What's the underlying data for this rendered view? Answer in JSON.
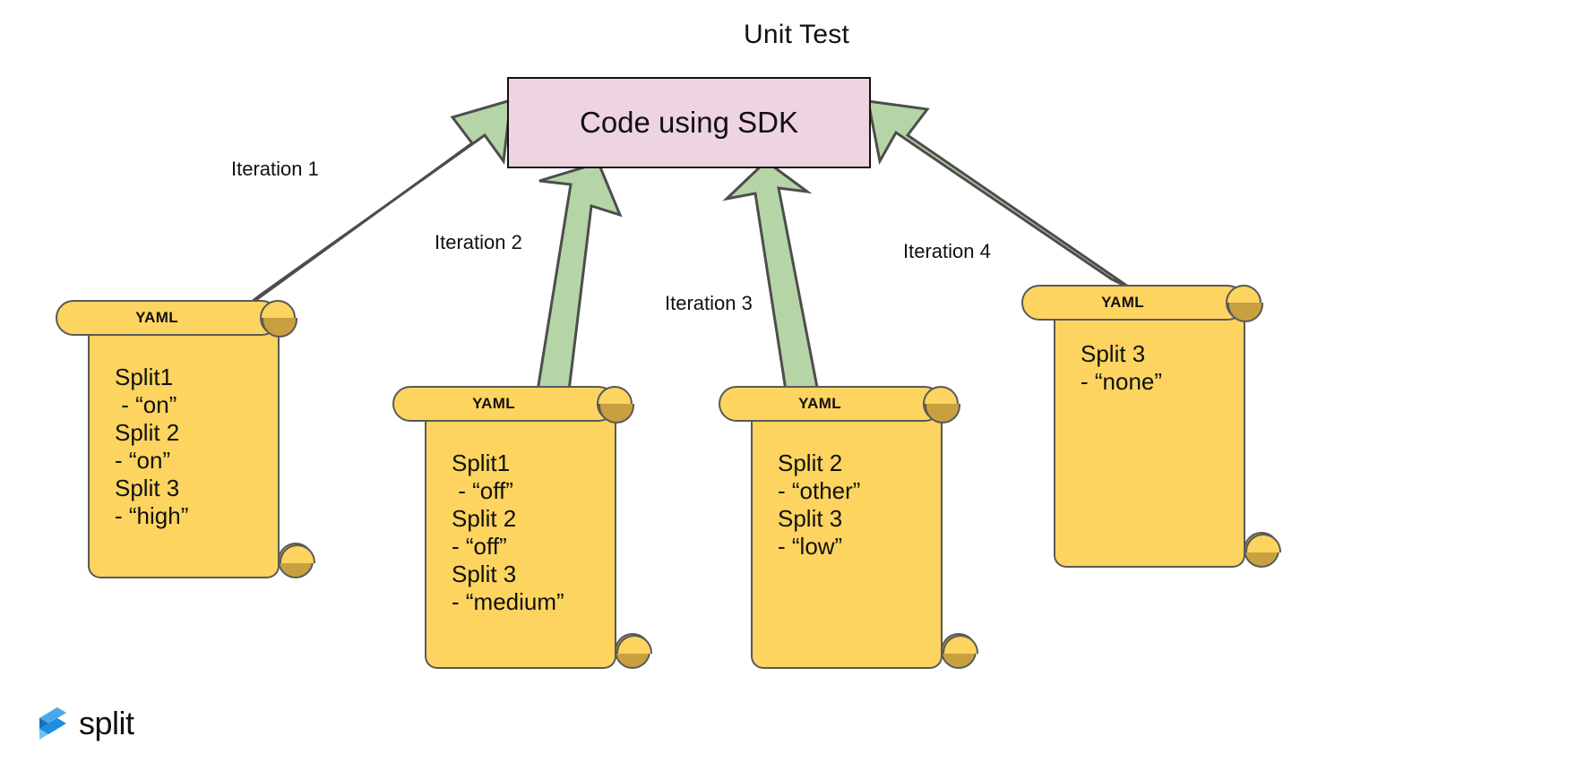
{
  "diagram": {
    "title": "Unit Test",
    "type": "flow-diagram",
    "background_color": "#ffffff"
  },
  "sdk_box": {
    "label": "Code using SDK",
    "fill_color": "#eed3e0",
    "border_color": "#16100f"
  },
  "arrows": {
    "fill_color": "#b5d5a7",
    "stroke_color": "#4d4d4d",
    "labels": [
      {
        "id": "iteration-1",
        "text": "Iteration 1"
      },
      {
        "id": "iteration-2",
        "text": "Iteration 2"
      },
      {
        "id": "iteration-3",
        "text": "Iteration 3"
      },
      {
        "id": "iteration-4",
        "text": "Iteration 4"
      }
    ]
  },
  "scrolls": [
    {
      "id": "yaml-scroll-1",
      "header": "YAML",
      "fill_color": "#fcd45f",
      "border_color": "#595959",
      "curl_color": "#c8a03f",
      "lines": [
        "Split1",
        " - “on”",
        "Split 2",
        "- “on”",
        "Split 3",
        "- “high”"
      ]
    },
    {
      "id": "yaml-scroll-2",
      "header": "YAML",
      "fill_color": "#fcd45f",
      "border_color": "#595959",
      "curl_color": "#c8a03f",
      "lines": [
        "Split1",
        " - “off”",
        "Split 2",
        "- “off”",
        "Split 3",
        "- “medium”"
      ]
    },
    {
      "id": "yaml-scroll-3",
      "header": "YAML",
      "fill_color": "#fcd45f",
      "border_color": "#595959",
      "curl_color": "#c8a03f",
      "lines": [
        "Split 2",
        "- “other”",
        "Split 3",
        "- “low”"
      ]
    },
    {
      "id": "yaml-scroll-4",
      "header": "YAML",
      "fill_color": "#fcd45f",
      "border_color": "#595959",
      "curl_color": "#c8a03f",
      "lines": [
        "Split 3",
        "- “none”"
      ]
    }
  ],
  "logo": {
    "wordmark": "split",
    "mark_colors": [
      "#1d8fe0",
      "#6fc3f2",
      "#2b7fd4",
      "#4aa8ea"
    ]
  }
}
